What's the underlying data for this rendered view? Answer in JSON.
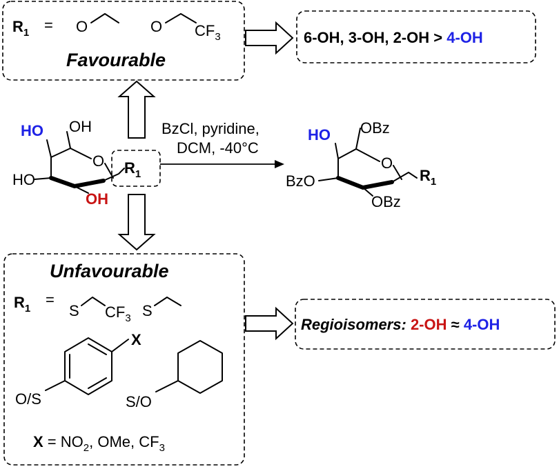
{
  "top_box": {
    "r1_label": "R",
    "r1_sub": "1",
    "equals": "=",
    "o1": "O",
    "o2": "O",
    "cf3_a": "CF",
    "cf3_b": "3",
    "favourable": "Favourable"
  },
  "top_result": {
    "text_black": "6-OH, 3-OH, 2-OH > ",
    "text_blue": "4-OH"
  },
  "start_molecule": {
    "ho_blue": "HO",
    "oh_top": "OH",
    "ring_o": "O",
    "ho_left": "HO",
    "oh_red": "OH",
    "r1": "R",
    "r1_sub": "1"
  },
  "reaction": {
    "line1": "BzCl, pyridine,",
    "line2": "DCM, -40°C"
  },
  "product": {
    "ho_blue": "HO",
    "obz_top": "OBz",
    "ring_o": "O",
    "r1": "R",
    "r1_sub": "1",
    "bzo": "BzO",
    "obz_bottom": "OBz"
  },
  "bottom_box": {
    "unfavourable": "Unfavourable",
    "r1_label": "R",
    "r1_sub": "1",
    "equals": "=",
    "s1": "S",
    "cf3_a": "CF",
    "cf3_b": "3",
    "s2": "S",
    "x_label": "X",
    "os_label": "O/S",
    "so_label": "S/O",
    "x_def_x": "X",
    "x_def_rest": " = NO",
    "x_def_sub2": "2",
    "x_def_more": ", OMe, CF",
    "x_def_sub3": "3"
  },
  "bottom_result": {
    "label": "Regioisomers: ",
    "red": "2-OH",
    "approx": " ≈ ",
    "blue": "4-OH"
  },
  "colors": {
    "blue": "#1e22e6",
    "red": "#c81414"
  }
}
